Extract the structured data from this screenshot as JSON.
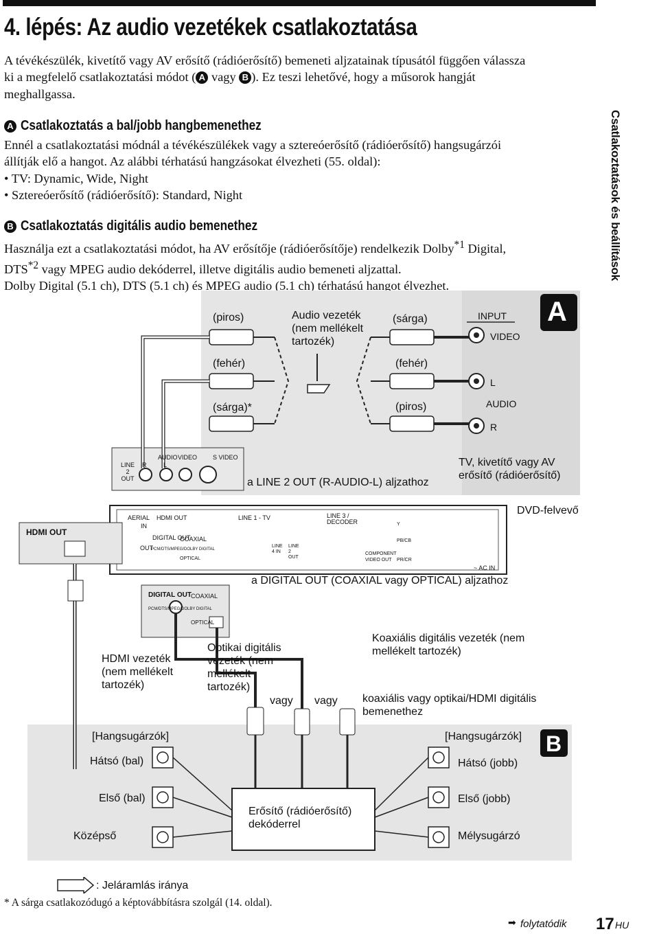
{
  "heading": "4. lépés: Az audio vezetékek csatlakoztatása",
  "intro": {
    "line1": "A tévékészülék, kivetítő vagy AV erősítő (rádióerősítő) bemeneti aljzatainak típusától függően válassza",
    "line2_pre": "ki a megfelelő csatlakoztatási módot (",
    "line2_mid": " vagy ",
    "line2_post": "). Ez teszi lehetővé, hogy a műsorok hangját",
    "line3": "meghallgassa.",
    "marker_a": "A",
    "marker_b": "B"
  },
  "section_a": {
    "marker": "A",
    "title": "Csatlakoztatás a bal/jobb hangbemenethez",
    "line1": "Ennél a csatlakoztatási módnál a tévékészülékek vagy a sztereóerősítő (rádióerősítő) hangsugárzói",
    "line2": "állítják elő a hangot. Az alábbi térhatású hangzásokat élvezheti (55. oldal):",
    "bullet1": "• TV: Dynamic, Wide, Night",
    "bullet2": "• Sztereóerősítő (rádióerősítő): Standard, Night"
  },
  "section_b": {
    "marker": "B",
    "title": "Csatlakoztatás digitális audio bemenethez",
    "line1_pre": "Használja ezt a csatlakoztatási módot, ha AV erősítője (rádióerősítője) rendelkezik Dolby",
    "sup1": "*1",
    "line1_post": " Digital,",
    "line2_pre": "DTS",
    "sup2": "*2",
    "line2_post": " vagy MPEG audio dekóderrel, illetve digitális audio bemeneti aljzattal.",
    "line3": "Dolby Digital (5.1 ch), DTS (5.1 ch) és MPEG audio (5.1 ch) térhatású hangot élvezhet."
  },
  "side_tab": "Csatlakoztatások és beállítások",
  "diagram": {
    "box_a_letter": "A",
    "box_b_letter": "B",
    "cable": {
      "left_top": "(piros)",
      "left_mid": "(fehér)",
      "left_bot": "(sárga)*",
      "name_l1": "Audio vezeték",
      "name_l2": "(nem mellékelt",
      "name_l3": "tartozék)",
      "right_top": "(sárga)",
      "right_mid": "(fehér)",
      "right_bot": "(piros)"
    },
    "tv": {
      "input": "INPUT",
      "video": "VIDEO",
      "l": "L",
      "audio": "AUDIO",
      "r": "R",
      "caption_l1": "TV, kivetítő vagy AV",
      "caption_l2": "erősítő (rádióerősítő)"
    },
    "line2_panel": {
      "line": "LINE",
      "two": "2",
      "out": "OUT",
      "audio": "AUDIO",
      "r": "R",
      "l": "L",
      "video": "VIDEO",
      "svideo": "S VIDEO"
    },
    "line2_caption": "a LINE 2 OUT (R-AUDIO-L) aljzathoz",
    "recorder_label": "DVD-felvevő",
    "recorder": {
      "aerial": "AERIAL",
      "in": "IN",
      "out": "OUT",
      "hdmi_out": "HDMI OUT",
      "digital_out": "DIGITAL OUT",
      "coaxial": "COAXIAL",
      "pcm": "PCM/DTS/MPEG/DOLBY DIGITAL",
      "optical": "OPTICAL",
      "line1tv": "LINE 1 - TV",
      "line3": "LINE 3 /",
      "decoder": "DECODER",
      "component": "COMPONENT",
      "video_out": "VIDEO OUT",
      "ac_in": "~ AC IN",
      "line4in": "LINE 4 IN",
      "line2out": "LINE 2 OUT",
      "y": "Y",
      "pb": "PB/CB",
      "pr": "PR/CR"
    },
    "hdmi_out_label": "HDMI OUT",
    "digital_caption": "a DIGITAL OUT (COAXIAL vagy OPTICAL) aljzathoz",
    "zoom_panel": {
      "digital_out": "DIGITAL OUT",
      "coaxial": "COAXIAL",
      "pcm": "PCM/DTS/MPEG/DOLBY DIGITAL",
      "optical": "OPTICAL"
    },
    "hdmi_cable_l1": "HDMI vezeték",
    "hdmi_cable_l2": "(nem mellékelt",
    "hdmi_cable_l3": "tartozék)",
    "optical_cable_l1": "Optikai digitális",
    "optical_cable_l2": "vezeték (nem",
    "optical_cable_l3": "mellékelt",
    "optical_cable_l4": "tartozék)",
    "coax_cable_l1": "Koaxiális digitális vezeték (nem",
    "coax_cable_l2": "mellékelt tartozék)",
    "vagy1": "vagy",
    "vagy2": "vagy",
    "input_note_l1": "koaxiális vagy optikai/HDMI digitális",
    "input_note_l2": "bemenethez",
    "speakers": {
      "group_left": "[Hangsugárzók]",
      "group_right": "[Hangsugárzók]",
      "rear_left": "Hátsó (bal)",
      "front_left": "Első (bal)",
      "center": "Középső",
      "rear_right": "Hátsó (jobb)",
      "front_right": "Első (jobb)",
      "sub": "Mélysugárzó"
    },
    "amp_l1": "Erősítő (rádióerősítő)",
    "amp_l2": "dekóderrel"
  },
  "legend_text": ": Jeláramlás iránya",
  "footnote": "* A sárga csatlakozódugó a képtovábbításra szolgál (14. oldal).",
  "continued": "folytatódik",
  "page_number": "17",
  "page_suffix": "HU"
}
